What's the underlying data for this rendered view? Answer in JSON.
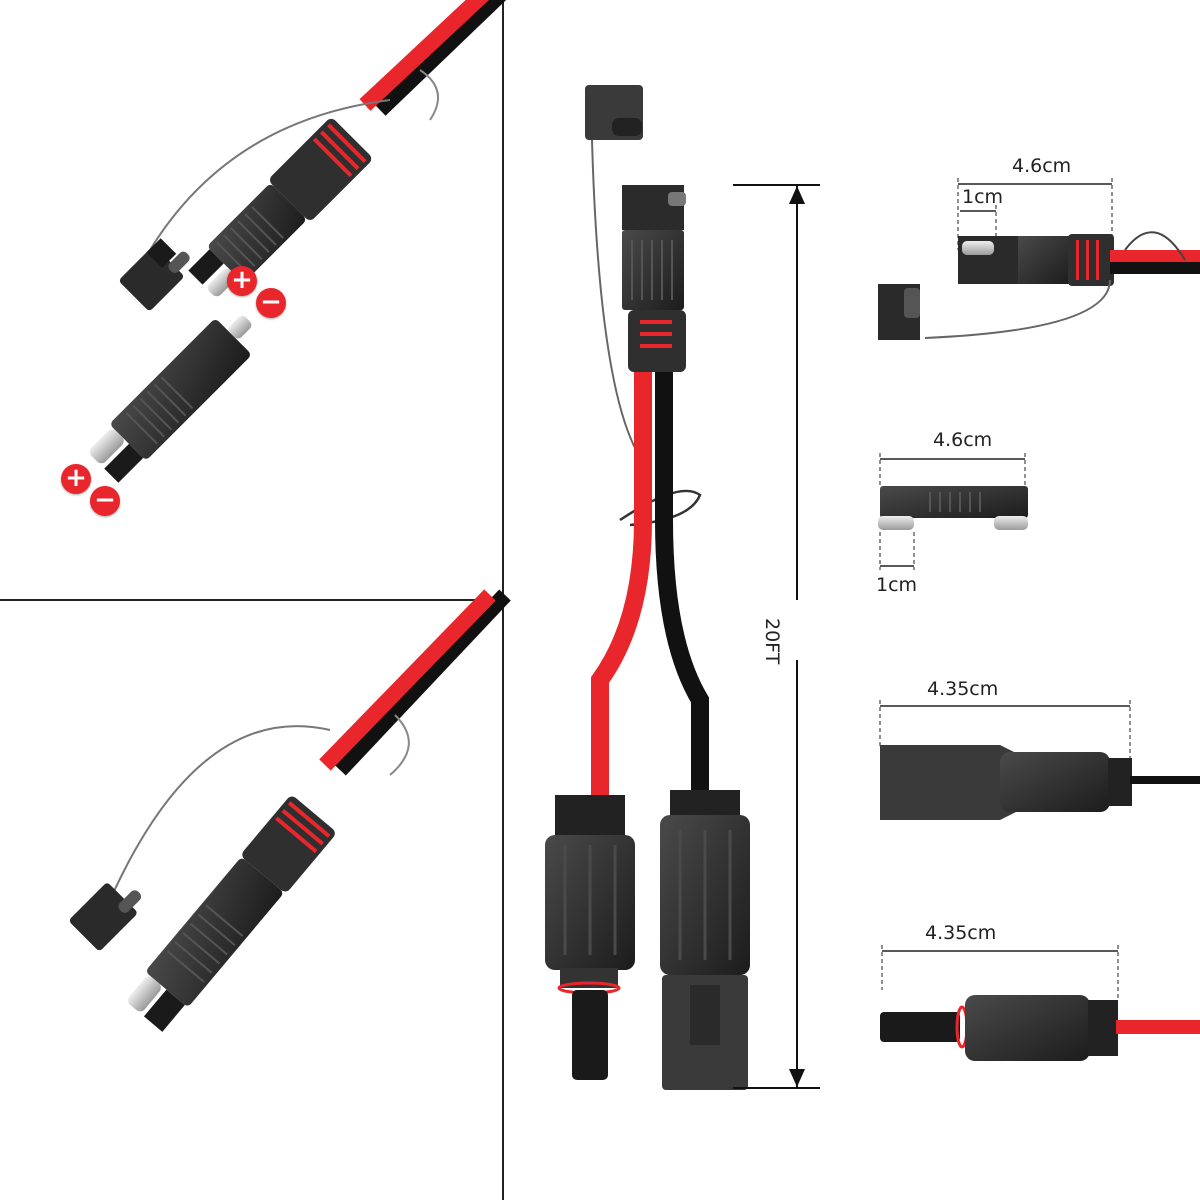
{
  "polarity": {
    "plus": "+",
    "minus": "−"
  },
  "cable_length": "20FT",
  "dimensions": {
    "sae_capped_total": "4.6cm",
    "sae_capped_pin": "1cm",
    "sae_plug_total": "4.6cm",
    "sae_plug_pin": "1cm",
    "mc4_male_total": "4.35cm",
    "mc4_female_total": "4.35cm"
  },
  "colors": {
    "wire_positive": "#e8262b",
    "wire_negative": "#111111",
    "connector_body": "#2b2b2b",
    "pin_metal": "#c9c9c9"
  }
}
